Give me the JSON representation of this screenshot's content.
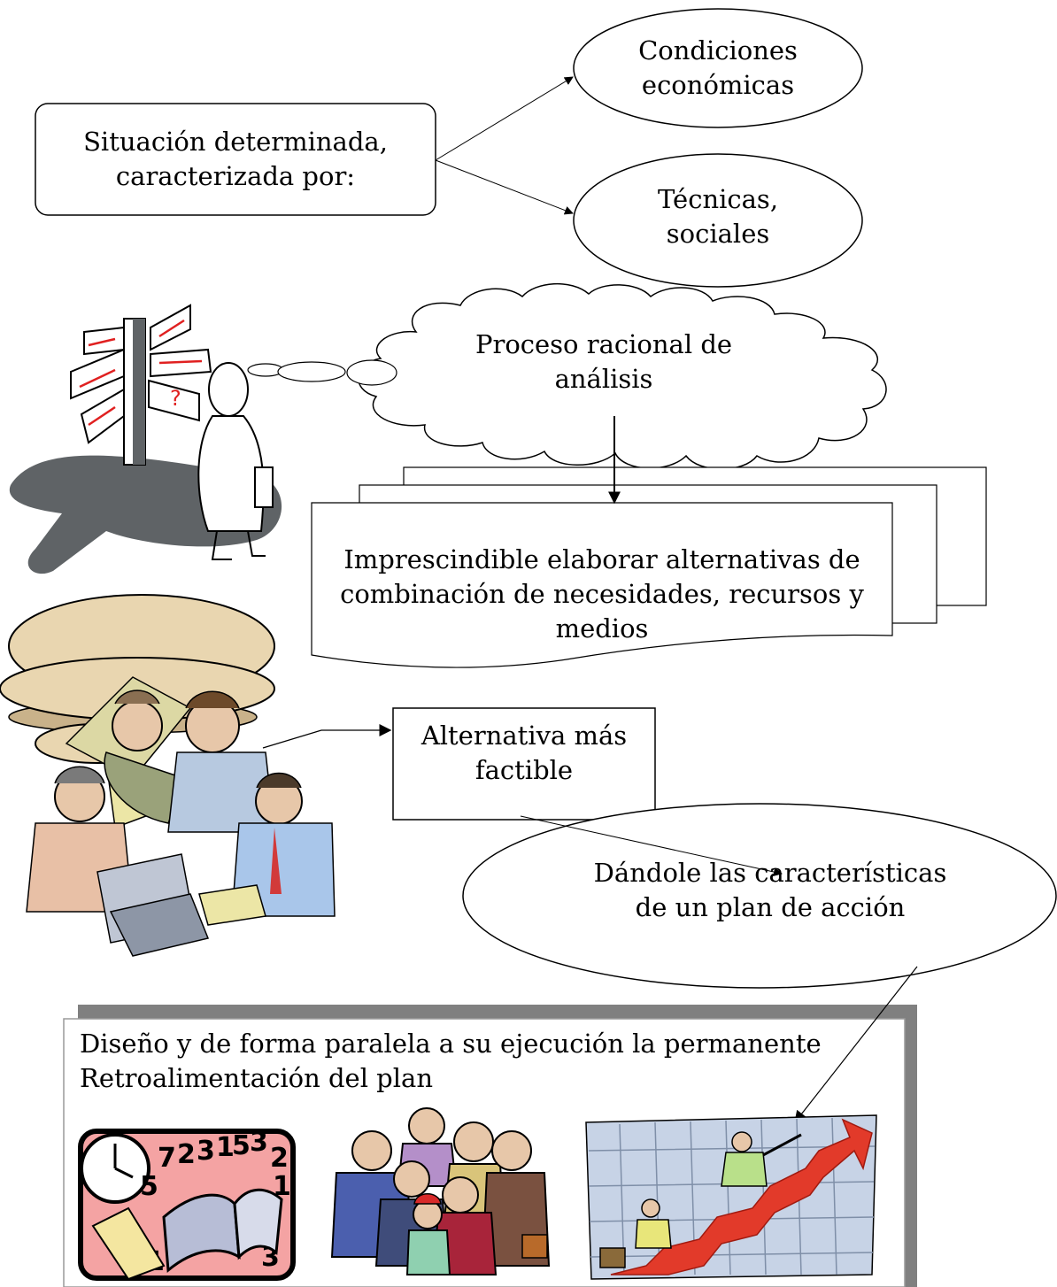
{
  "situacion": {
    "line1": "Situación determinada,",
    "line2": "caracterizada por:"
  },
  "condiciones": {
    "line1": "Condiciones",
    "line2": "económicas"
  },
  "tecnicas": {
    "line1": "Técnicas,",
    "line2": "sociales"
  },
  "proceso": {
    "line1": "Proceso racional de",
    "line2": "análisis"
  },
  "imprescindible": {
    "line1": "Imprescindible elaborar alternativas de",
    "line2": "combinación de necesidades, recursos y",
    "line3": "medios"
  },
  "alternativa": {
    "line1": "Alternativa más",
    "line2": "factible"
  },
  "dandole": {
    "line1": "Dándole  las características",
    "line2": "de un plan de acción"
  },
  "diseno": {
    "line1": "Diseño y de forma paralela a su ejecución la permanente",
    "line2": "Retroalimentación del  plan"
  },
  "clipart": {
    "signpost_question": "?",
    "calendar_digits": [
      "7",
      "2",
      "3",
      "1",
      "5",
      "3",
      "2",
      "1",
      "5",
      "1",
      "3"
    ]
  },
  "colors": {
    "shadow": "#5f6366",
    "frame_shadow": "#808080",
    "sign_red": "#e02020",
    "calendar_bg": "#f4a3a3",
    "arrow_red": "#e23a2a",
    "chart_bg": "#c7d3e6"
  }
}
